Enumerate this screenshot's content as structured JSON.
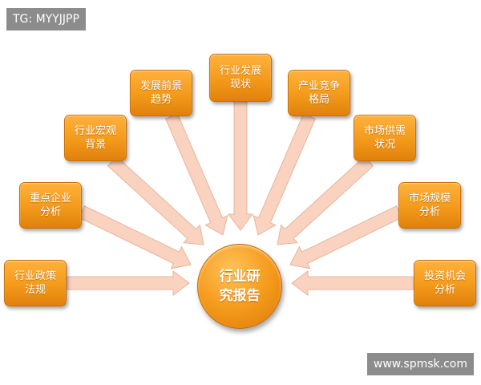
{
  "watermarks": {
    "top_left": "TG: MYYJJPP",
    "bottom_right": "www.spmsk.com"
  },
  "hub": {
    "line1": "行业研",
    "line2": "究报告"
  },
  "nodes": [
    {
      "line1": "行业政策",
      "line2": "法规"
    },
    {
      "line1": "重点企业",
      "line2": "分析"
    },
    {
      "line1": "行业宏观",
      "line2": "背景"
    },
    {
      "line1": "发展前景",
      "line2": "趋势"
    },
    {
      "line1": "行业发展",
      "line2": "现状"
    },
    {
      "line1": "产业竞争",
      "line2": "格局"
    },
    {
      "line1": "市场供需",
      "line2": "状况"
    },
    {
      "line1": "市场规模",
      "line2": "分析"
    },
    {
      "line1": "投资机会",
      "line2": "分析"
    }
  ],
  "colors": {
    "node": "#f39a1a",
    "arrow_fill": "#f9d3c0",
    "arrow_stroke": "#e7b49b",
    "watermark_bg": "#8c8c8c"
  }
}
